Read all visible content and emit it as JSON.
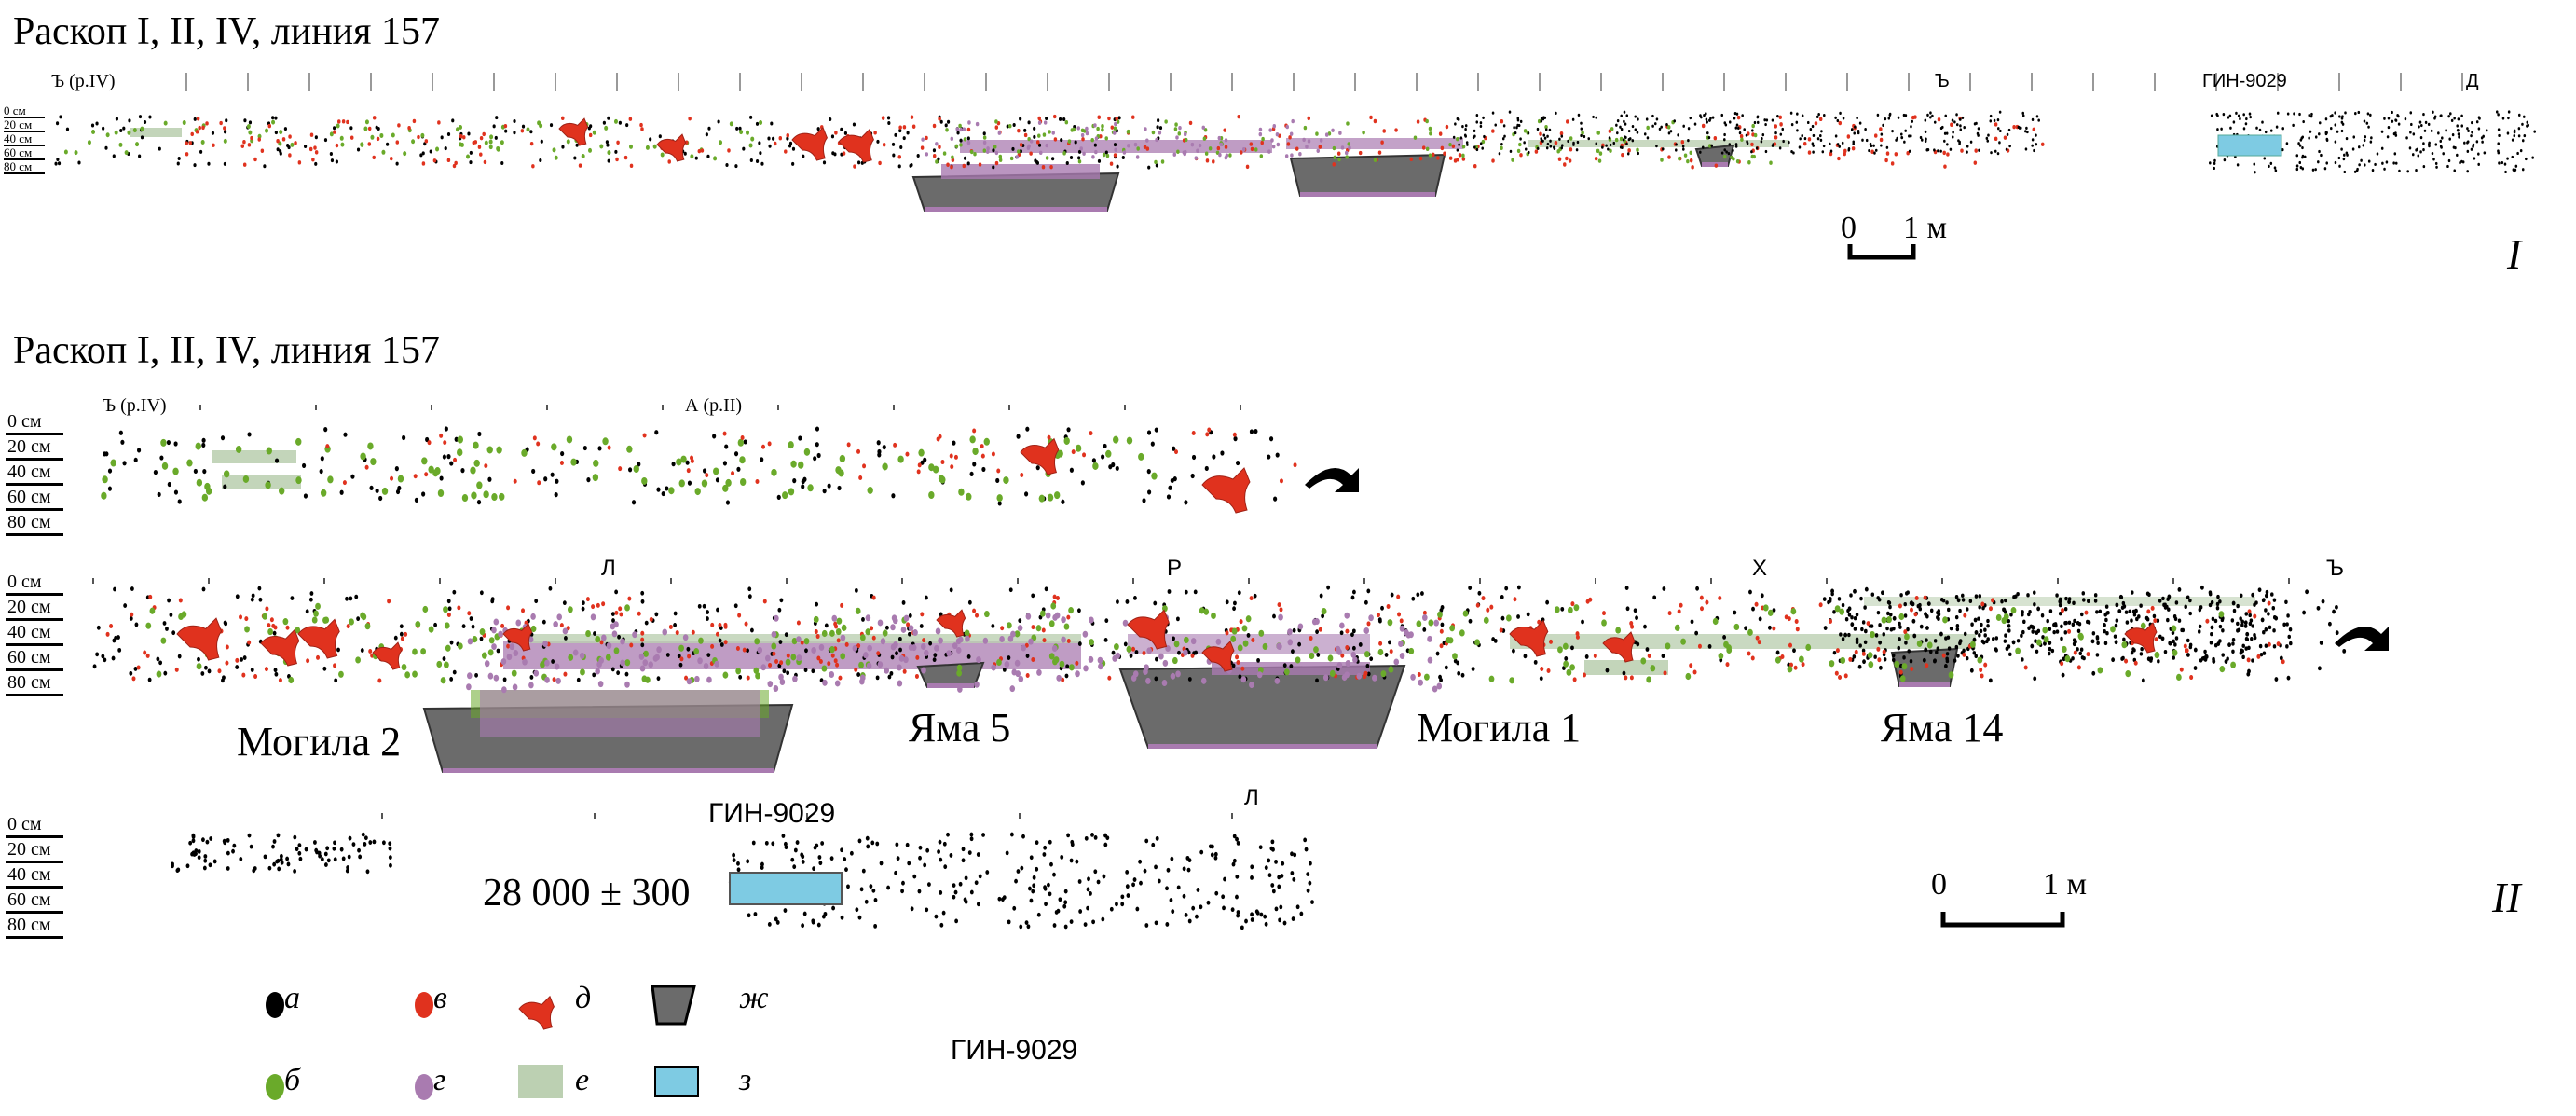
{
  "titles": {
    "panel1": "Раскоп I, II, IV, линия 157",
    "panel2": "Раскоп I, II, IV, линия 157"
  },
  "depth_labels": [
    "0 см",
    "20 см",
    "40 см",
    "60 см",
    "80 см"
  ],
  "panel1": {
    "tick_labels": {
      "start": "Ъ (р.IV)",
      "mid": "Ъ",
      "gin": "ГИН-9029",
      "end": "Д"
    },
    "scale": {
      "zero": "0",
      "one": "1 м"
    },
    "panel_label": "I"
  },
  "panel2": {
    "row1_labels": {
      "start": "Ъ (р.IV)",
      "a": "А (р.II)"
    },
    "row2_labels": {
      "l": "Л",
      "r": "Р",
      "x": "Х",
      "hard": "Ъ"
    },
    "features": {
      "grave2": "Могила 2",
      "pit5": "Яма 5",
      "grave1": "Могила 1",
      "pit14": "Яма 14"
    },
    "row3_labels": {
      "gin": "ГИН-9029",
      "l": "Л"
    },
    "date": "28 000 ± 300",
    "scale": {
      "zero": "0",
      "one": "1 м"
    },
    "panel_label": "II"
  },
  "legend": {
    "items": [
      {
        "key": "а",
        "symbol": "dot",
        "color": "#000000"
      },
      {
        "key": "в",
        "symbol": "dot",
        "color": "#e0321e"
      },
      {
        "key": "д",
        "symbol": "blob",
        "color": "#d83a26"
      },
      {
        "key": "ж",
        "symbol": "trapezoid",
        "color": "#6b6b6b"
      },
      {
        "key": "б",
        "symbol": "dot",
        "color": "#6aaa2a"
      },
      {
        "key": "г",
        "symbol": "dot",
        "color": "#a97bb0"
      },
      {
        "key": "е",
        "symbol": "rect",
        "color": "#bcd0b2"
      },
      {
        "key": "з",
        "symbol": "rect",
        "color": "#7ecbe3"
      }
    ],
    "gin_label": "ГИН-9029"
  },
  "colors": {
    "black": "#000000",
    "green": "#6aaa2a",
    "red": "#e0321e",
    "purple": "#a97bb0",
    "sand": "#bcd0b2",
    "grey": "#6b6b6b",
    "blue": "#7ecbe3"
  }
}
